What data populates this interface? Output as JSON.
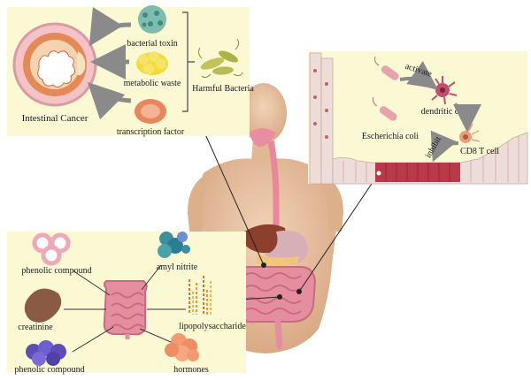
{
  "top_left_panel": {
    "main_label": "Intestinal Cancer",
    "items": [
      {
        "label": "bacterial toxin"
      },
      {
        "label": "metabolic waste"
      },
      {
        "label": "transcription factor"
      }
    ],
    "bracket_label": "Harmful Bacteria"
  },
  "top_right_panel": {
    "bacteria_label": "Escherichia coli",
    "dendritic_label": "dendritic cell",
    "tcell_label": "CD8 T cell",
    "activate_label": "activate",
    "inhibit_label": "inhibit"
  },
  "bottom_left_panel": {
    "items": [
      {
        "label": "phenolic compound"
      },
      {
        "label": "amyl nitrite"
      },
      {
        "label": "creatinine"
      },
      {
        "label": "lipopolysaccharide"
      },
      {
        "label": "phenolic compound"
      },
      {
        "label": "hormones"
      }
    ]
  },
  "colors": {
    "panel_bg": "#fbf9d4",
    "skin": "#e9c6a7",
    "intestine": "#e58ea0",
    "arrow_gray": "#8a8a8a"
  }
}
